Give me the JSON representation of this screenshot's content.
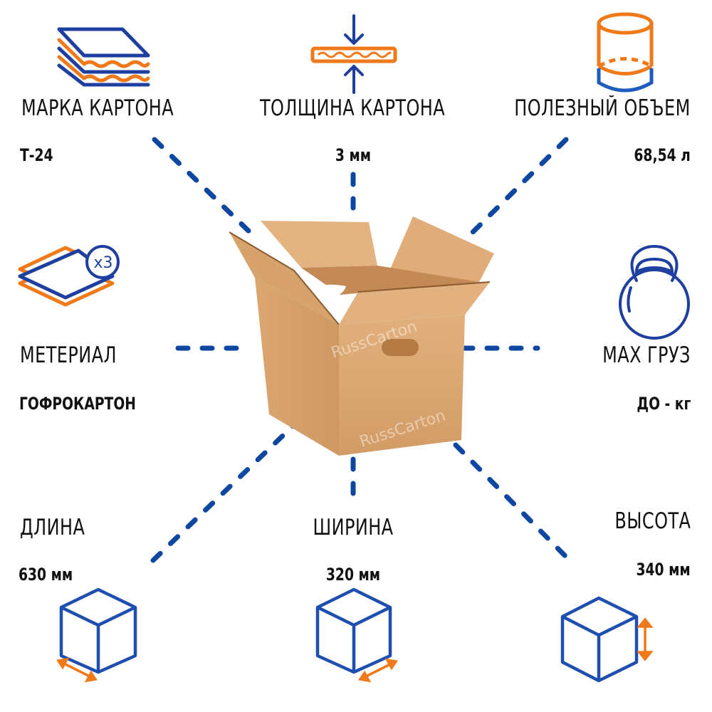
{
  "colors": {
    "primary_blue": "#0d47a1",
    "icon_blue": "#1e3fa0",
    "accent_orange": "#f07a1a",
    "cardboard": "#d9a56e",
    "text": "#111111"
  },
  "features": {
    "brand": {
      "icon": "layered-cardboard-icon",
      "label": "МАРКА КАРТОНА",
      "value": "Т-24"
    },
    "thickness": {
      "icon": "thickness-arrows-icon",
      "label": "ТОЛЩИНА КАРТОНА",
      "value": "3 мм"
    },
    "volume": {
      "icon": "cylinder-volume-icon",
      "label": "ПОЛЕЗНЫЙ ОБЪЕМ",
      "value": "68,54 л"
    },
    "material": {
      "icon": "stacked-sheets-icon",
      "badge": "x3",
      "label": "МЕТЕРИАЛ",
      "value": "ГОФРОКАРТОН"
    },
    "max_load": {
      "icon": "kettlebell-icon",
      "label": "MAX ГРУЗ",
      "value": "ДО - кг"
    },
    "length": {
      "icon": "cube-length-icon",
      "label": "ДЛИНА",
      "value": "630 мм"
    },
    "width": {
      "icon": "cube-width-icon",
      "label": "ШИРИНА",
      "value": "320 мм"
    },
    "height": {
      "icon": "cube-height-icon",
      "label": "ВЫСОТА",
      "value": "340 мм"
    }
  },
  "product": {
    "image": "open-cardboard-box",
    "watermark": "RussCarton"
  }
}
